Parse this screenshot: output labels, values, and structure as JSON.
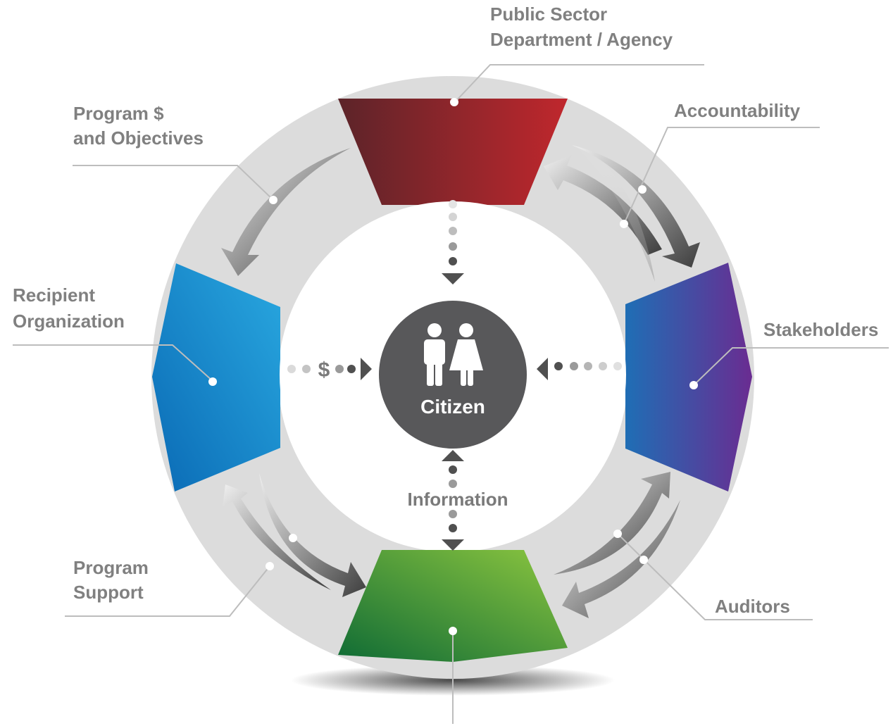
{
  "labels": {
    "public_sector_line1": "Public Sector",
    "public_sector_line2": "Department / Agency",
    "program_line1": "Program $",
    "program_line2": "and Objectives",
    "accountability": "Accountability",
    "recipient_line1": "Recipient",
    "recipient_line2": "Organization",
    "stakeholders": "Stakeholders",
    "program_support_line1": "Program",
    "program_support_line2": "Support",
    "auditors": "Auditors"
  },
  "center": {
    "title": "Citizen",
    "icon": "man-and-woman-icon"
  },
  "flows": {
    "left_symbol": "$",
    "bottom_label": "Information"
  },
  "colors": {
    "ring": "#dcdcdc",
    "top_segment": [
      "#5c2429",
      "#c0272d"
    ],
    "right_segment": [
      "#1f6eb5",
      "#6a2c91"
    ],
    "bottom_segment": [
      "#0f6b35",
      "#8cc63f"
    ],
    "left_segment": [
      "#0a6ab5",
      "#29a8e0"
    ],
    "center_circle": "#58585a",
    "label_text": "#808080"
  }
}
